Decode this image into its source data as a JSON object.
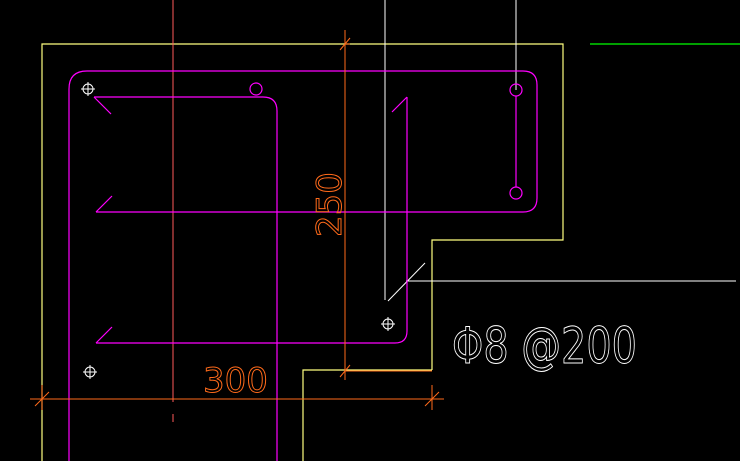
{
  "colors": {
    "background": "#000000",
    "outline": "#ffff80",
    "rebar": "#ff00ff",
    "dimension": "#ff6a1a",
    "axis": "#ff5a5a",
    "leader": "#ffffff",
    "axis_green": "#00ff00"
  },
  "dimensions": {
    "vertical_label": "250",
    "horizontal_label": "300"
  },
  "annotation": {
    "rebar_spec": "Φ8 @200"
  }
}
